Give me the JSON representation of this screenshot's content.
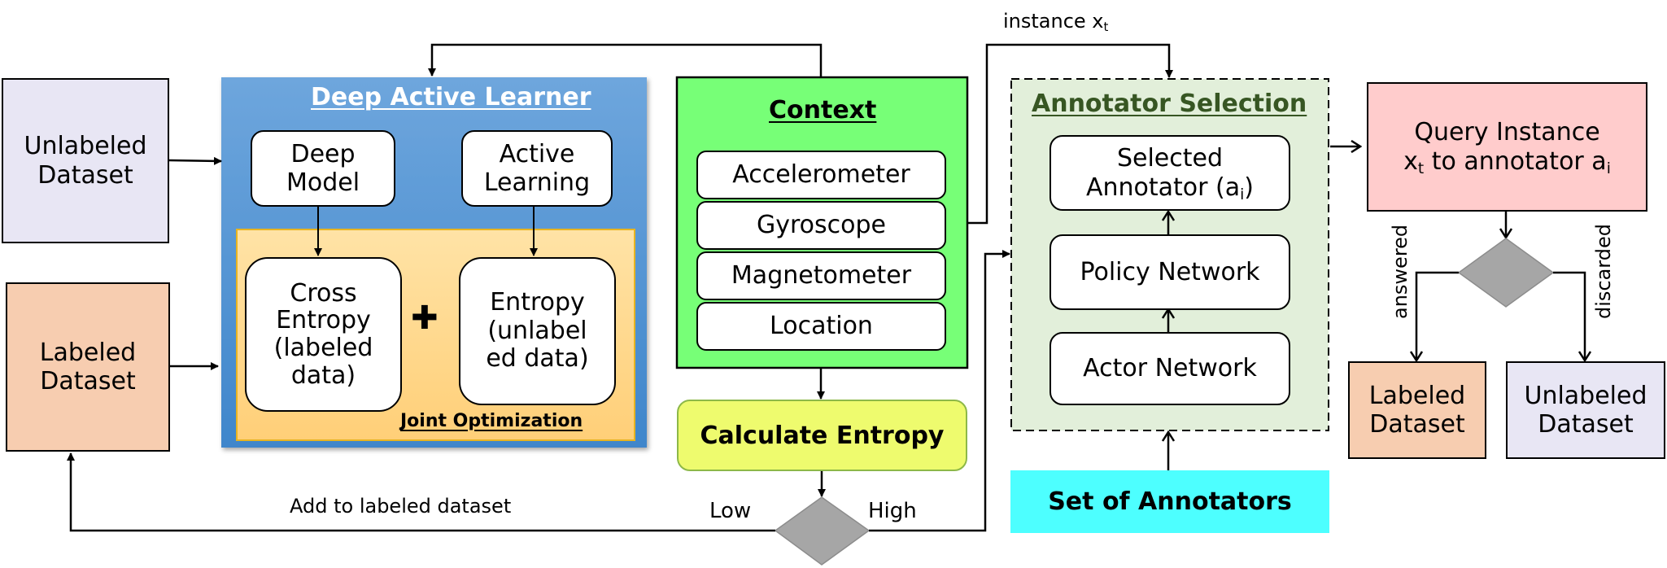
{
  "diagram": {
    "type": "flowchart",
    "nodes": {
      "unlabeled_dataset_left": {
        "label_line1": "Unlabeled",
        "label_line2": "Dataset",
        "fill": "#E8E6F4"
      },
      "labeled_dataset_left": {
        "label_line1": "Labeled",
        "label_line2": "Dataset",
        "fill": "#F7CDB0"
      },
      "deep_active_learner": {
        "title": "Deep Active Learner",
        "fill": "#5B9BD5",
        "deep_model": {
          "line1": "Deep",
          "line2": "Model"
        },
        "active_learning": {
          "line1": "Active",
          "line2": "Learning"
        },
        "joint_optimization": {
          "label": "Joint Optimization",
          "fill": "#FFD98A",
          "cross_entropy": {
            "line1": "Cross",
            "line2": "Entropy",
            "line3": "(labeled",
            "line4": "data)"
          },
          "plus_symbol": "✚",
          "entropy": {
            "line1": "Entropy",
            "line2": "(unlabel",
            "line3": "ed data)"
          }
        }
      },
      "context": {
        "title": "Context",
        "fill": "#77FF77",
        "sensors": [
          "Accelerometer",
          "Gyroscope",
          "Magnetometer",
          "Location"
        ]
      },
      "calculate_entropy": {
        "label": "Calculate Entropy",
        "fill": "#EEFB6E"
      },
      "entropy_decision": {
        "low_label": "Low",
        "high_label": "High",
        "fill": "#A6A6A6"
      },
      "annotator_selection": {
        "title": "Annotator Selection",
        "fill": "#E2EFDA",
        "title_color": "#375623",
        "selected_annotator": {
          "line1": "Selected",
          "line2_main": "Annotator (a",
          "line2_sub": "i",
          "line2_end": ")"
        },
        "policy_network": "Policy Network",
        "actor_network": "Actor Network"
      },
      "set_of_annotators": {
        "label": "Set of Annotators",
        "fill": "#4DFFFF"
      },
      "query_instance": {
        "line1": "Query Instance",
        "line2_x": "x",
        "line2_x_sub": "t",
        "line2_mid": " to annotator a",
        "line2_a_sub": "i",
        "fill": "#FFCCCC"
      },
      "answer_decision": {
        "answered_label": "answered",
        "discarded_label": "discarded",
        "fill": "#A6A6A6"
      },
      "labeled_dataset_right": {
        "label_line1": "Labeled",
        "label_line2": "Dataset",
        "fill": "#F7CDB0"
      },
      "unlabeled_dataset_right": {
        "label_line1": "Unlabeled",
        "label_line2": "Dataset",
        "fill": "#E8E6F4"
      }
    },
    "edge_labels": {
      "instance": {
        "main": "instance x",
        "sub": "t"
      },
      "add_to_labeled": "Add to labeled dataset"
    }
  }
}
